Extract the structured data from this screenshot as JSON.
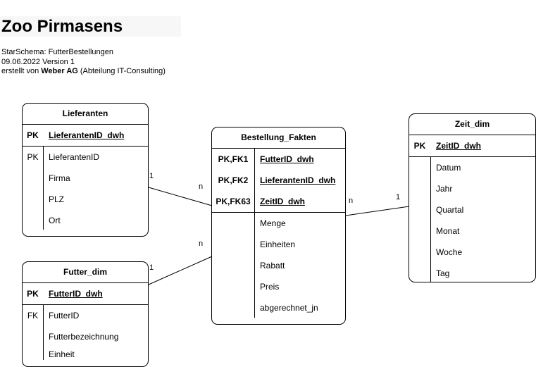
{
  "header": {
    "title": "Zoo Pirmasens",
    "line1": "StarSchema: FutterBestellungen",
    "line2": "09.06.2022 Version 1",
    "line3_prefix": "erstellt von ",
    "line3_company": "Weber AG",
    "line3_suffix": " (Abteilung IT-Consulting)"
  },
  "entities": {
    "lieferanten": {
      "name": "Lieferanten",
      "pk": {
        "key": "PK",
        "field": "LieferantenID_dwh"
      },
      "rows": [
        {
          "key": "PK",
          "field": "LieferantenID"
        },
        {
          "key": "",
          "field": "Firma"
        },
        {
          "key": "",
          "field": "PLZ"
        },
        {
          "key": "",
          "field": "Ort"
        }
      ]
    },
    "futter": {
      "name": "Futter_dim",
      "pk": {
        "key": "PK",
        "field": "FutterID_dwh"
      },
      "rows": [
        {
          "key": "FK",
          "field": "FutterID"
        },
        {
          "key": "",
          "field": "Futterbezeichnung"
        },
        {
          "key": "",
          "field": "Einheit"
        }
      ]
    },
    "fakten": {
      "name": "Bestellung_Fakten",
      "pks": [
        {
          "key": "PK,FK1",
          "field": "FutterID_dwh"
        },
        {
          "key": "PK,FK2",
          "field": "LieferantenID_dwh"
        },
        {
          "key": "PK,FK63",
          "field": "ZeitID_dwh"
        }
      ],
      "rows": [
        {
          "key": "",
          "field": "Menge"
        },
        {
          "key": "",
          "field": "Einheiten"
        },
        {
          "key": "",
          "field": "Rabatt"
        },
        {
          "key": "",
          "field": "Preis"
        },
        {
          "key": "",
          "field": "abgerechnet_jn"
        }
      ]
    },
    "zeit": {
      "name": "Zeit_dim",
      "pk": {
        "key": "PK",
        "field": "ZeitID_dwh"
      },
      "rows": [
        {
          "key": "",
          "field": "Datum"
        },
        {
          "key": "",
          "field": "Jahr"
        },
        {
          "key": "",
          "field": "Quartal"
        },
        {
          "key": "",
          "field": "Monat"
        },
        {
          "key": "",
          "field": "Woche"
        },
        {
          "key": "",
          "field": "Tag"
        }
      ]
    }
  },
  "relations": {
    "lieferanten_one": "1",
    "lieferanten_many": "n",
    "futter_one": "1",
    "futter_many": "n",
    "zeit_one": "1",
    "zeit_many": "n"
  }
}
